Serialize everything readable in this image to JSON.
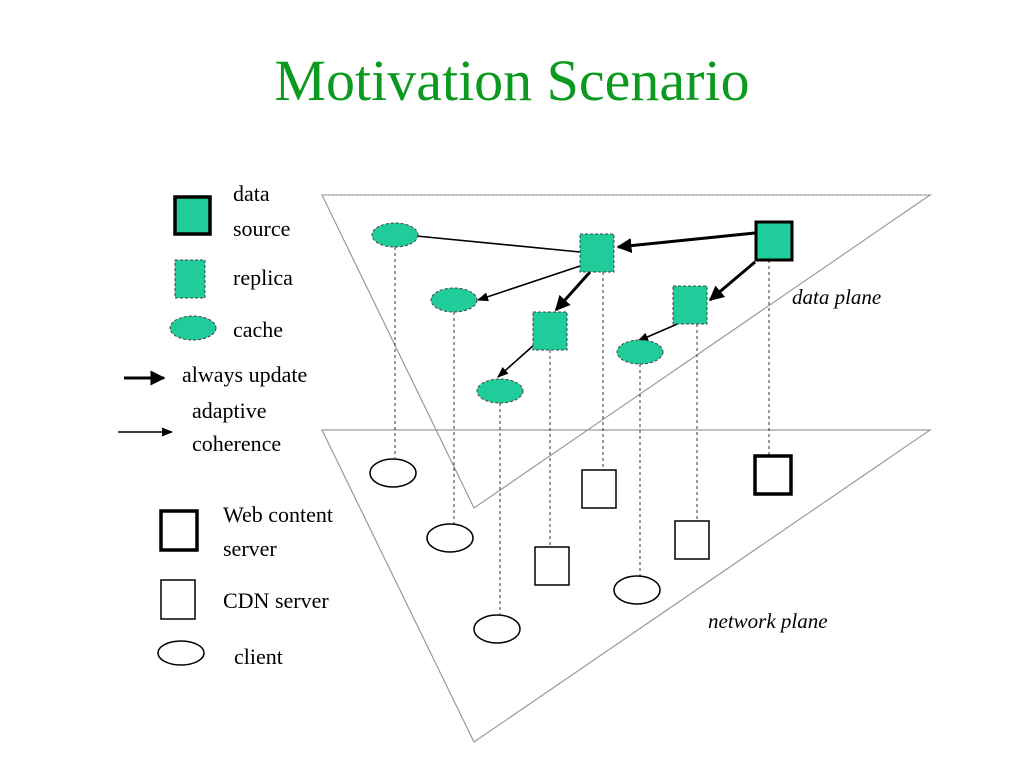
{
  "title": "Motivation Scenario",
  "colors": {
    "title": "#0b9a1f",
    "node_fill": "#1fcc9a"
  },
  "legend": {
    "data_source": [
      "data",
      "source"
    ],
    "replica": "replica",
    "cache": "cache",
    "always_update": "always update",
    "adaptive_coherence": [
      "adaptive",
      "coherence"
    ],
    "web_content_server": [
      "Web content",
      "server"
    ],
    "cdn_server": "CDN server",
    "client": "client"
  },
  "planes": {
    "data_plane": "data plane",
    "network_plane": "network plane"
  }
}
